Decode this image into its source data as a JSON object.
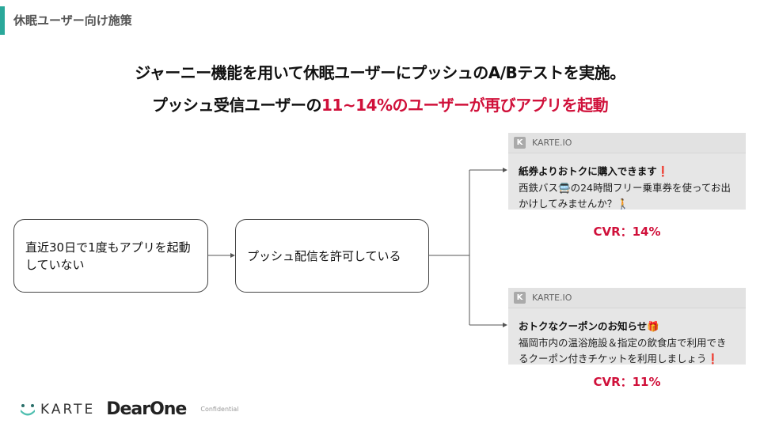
{
  "section_title": "休眠ユーザー向け施策",
  "headline": {
    "line1": "ジャーニー機能を用いて休眠ユーザーにプッシュのA/Bテストを実施。",
    "line2_prefix": "プッシュ受信ユーザーの",
    "line2_highlight": "11~14%",
    "line2_suffix": "のユーザーが再びアプリを起動"
  },
  "flow": {
    "step1": "直近30日で1度もアプリを起動していない",
    "step2": "プッシュ配信を許可している"
  },
  "notifications": [
    {
      "app": "KARTE.IO",
      "icon_letter": "K",
      "title": "紙券よりおトクに購入できます❗",
      "body": "西鉄バス🚍の24時間フリー乗車券を使ってお出かけしてみませんか？🚶",
      "cvr": "CVR：14%"
    },
    {
      "app": "KARTE.IO",
      "icon_letter": "K",
      "title": "おトクなクーポンのお知らせ🎁",
      "body": "福岡市内の温浴施設＆指定の飲食店で利用できるクーポン付きチケットを利用しましょう❗",
      "cvr": "CVR：11%"
    }
  ],
  "footer": {
    "karte": "KARTE",
    "dearone": "DearOne",
    "confidential": "Confidential"
  },
  "colors": {
    "accent": "#2aa89a",
    "highlight": "#d0103a"
  }
}
